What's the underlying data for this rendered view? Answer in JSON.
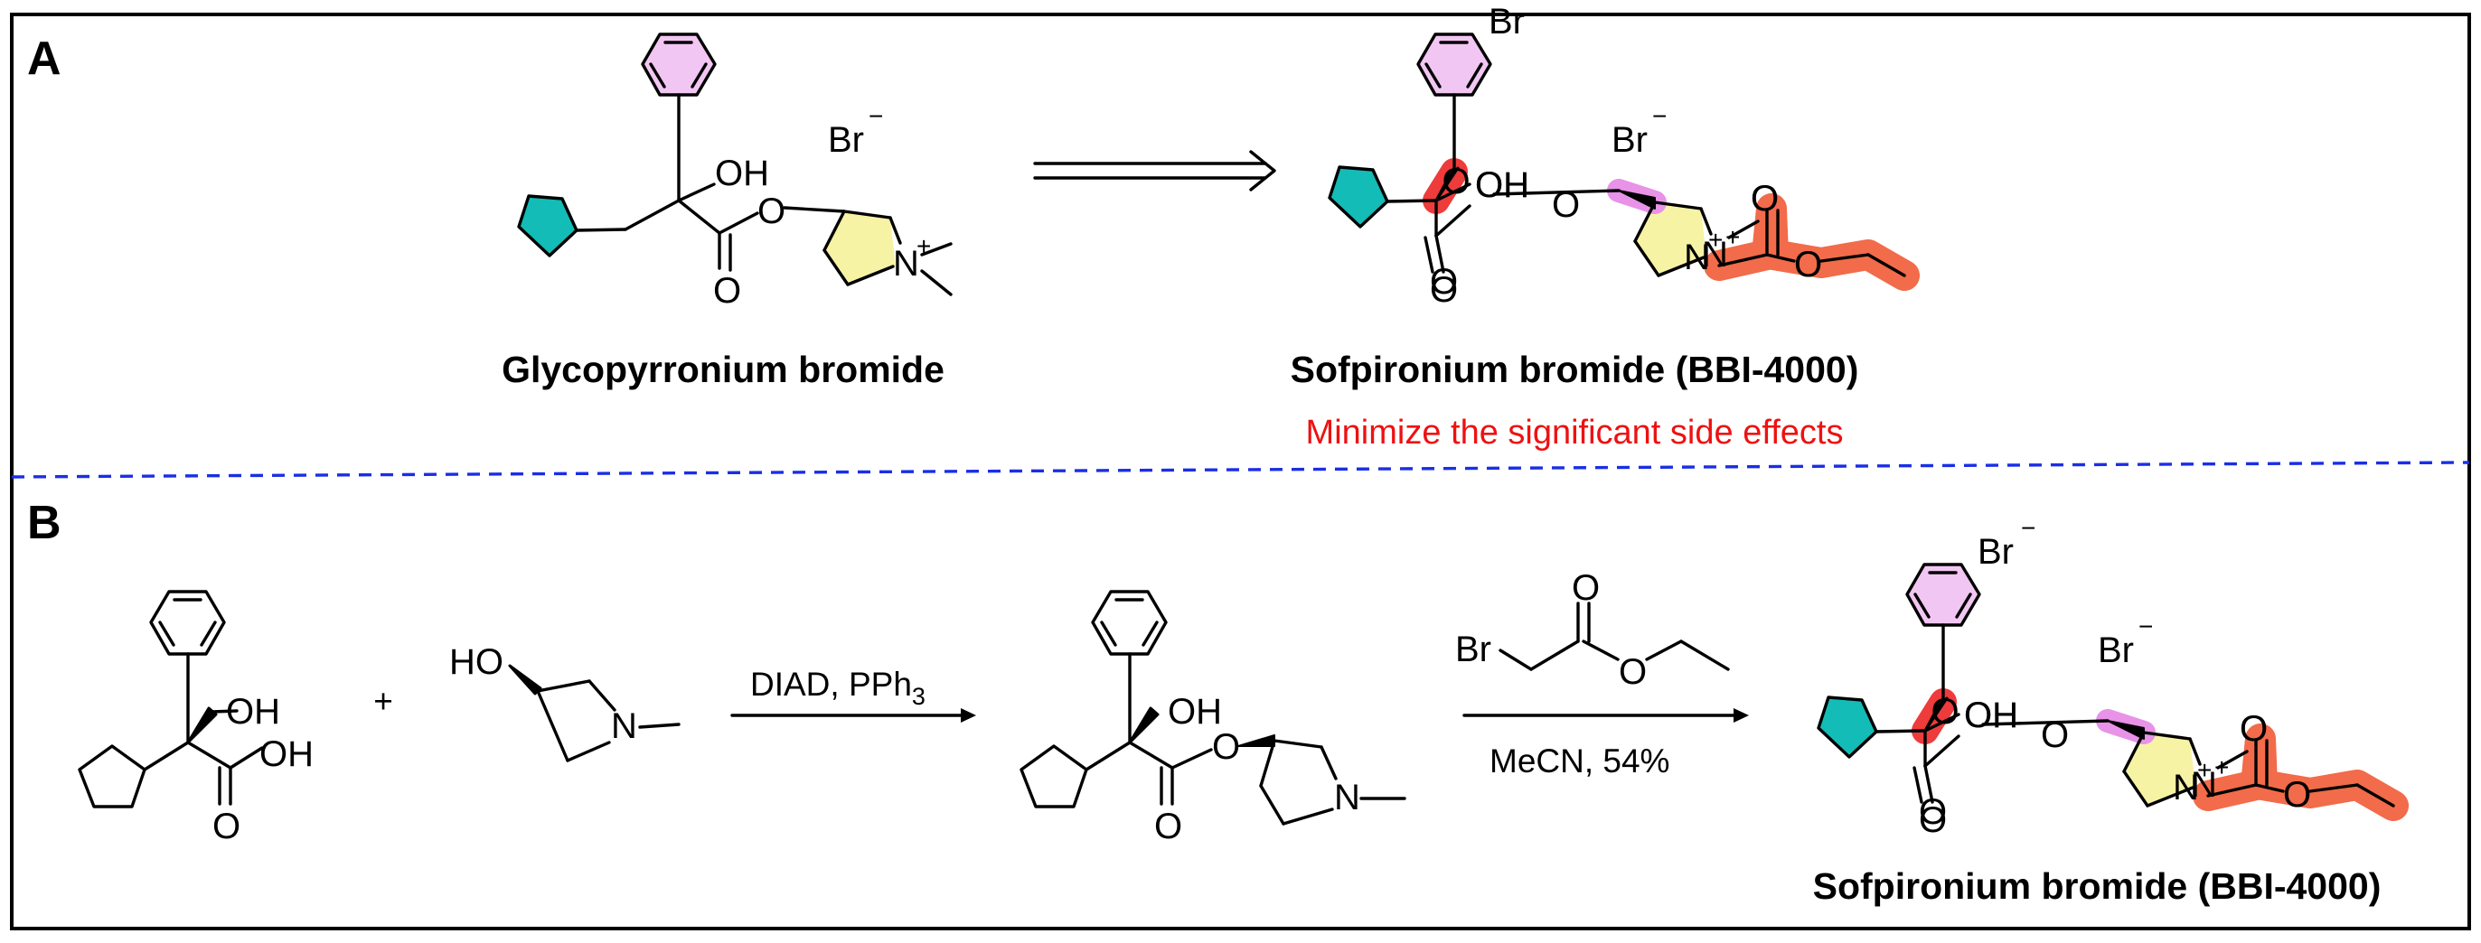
{
  "panels": {
    "a": "A",
    "b": "B"
  },
  "labels": {
    "oh": "OH",
    "o": "O",
    "n": "N",
    "ho": "HO",
    "br": "Br",
    "plus": "+",
    "minus": "−",
    "reagent_plus": "+"
  },
  "compounds": {
    "glycopyrronium": "Glycopyrronium bromide",
    "sofpironium_a": "Sofpironium bromide (BBI-4000)",
    "sofpironium_b": "Sofpironium bromide (BBI-4000)"
  },
  "annotation": "Minimize the significant side effects",
  "conditions": {
    "step1_reagents": "DIAD, PPh",
    "step1_subscript": "3",
    "step2_solvent_yield": "MeCN, 54%"
  },
  "colors": {
    "phenyl": "#f2c6f2",
    "cyclopentyl": "#13bcb6",
    "pyrrolidine": "#f7f3a4",
    "stereocenter": "#ee3b3b",
    "ester_link": "#e892e8",
    "ethyl_ester": "#f26b4a",
    "divider": "#1a2ee6",
    "annotation": "#ee1111"
  }
}
